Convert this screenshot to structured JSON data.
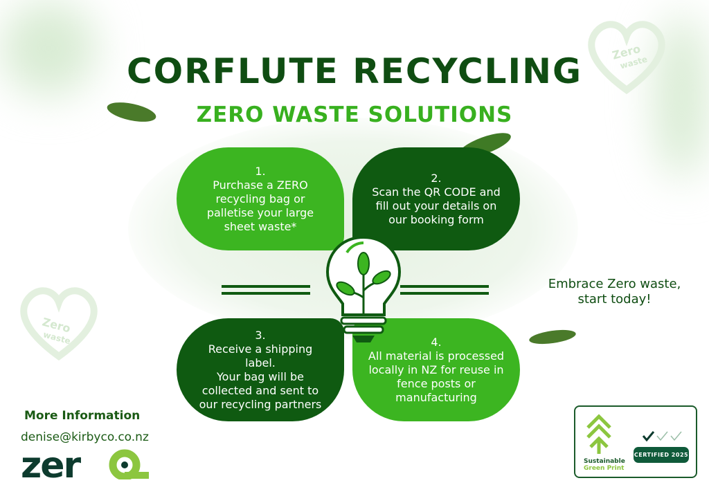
{
  "header": {
    "title": "CORFLUTE RECYCLING",
    "subtitle": "ZERO WASTE SOLUTIONS"
  },
  "steps": [
    {
      "text": "1.\nPurchase a ZERO recycling bag or palletise your large sheet waste*"
    },
    {
      "text": "2.\nScan the QR CODE and fill out your details on our booking form"
    },
    {
      "text": "3.\nReceive a shipping label.\nYour bag will be collected and sent to our recycling partners"
    },
    {
      "text": "4.\nAll material is processed locally in NZ for reuse in fence posts or manufacturing"
    }
  ],
  "slogan": "Embrace Zero waste,\nstart today!",
  "contact": {
    "heading": "More Information",
    "email": "denise@kirbyco.co.nz"
  },
  "logo": {
    "text": "zero"
  },
  "watermark": {
    "text": "Zero waste"
  },
  "certification": {
    "brand_line1": "Sustainable",
    "brand_line2": "Green Print",
    "badge": "CERTIFIED 2025",
    "checks_filled": 1,
    "checks_total": 3
  },
  "colors": {
    "dark_green": "#0f5a11",
    "light_green": "#3cb521",
    "lime": "#8cc63f"
  }
}
